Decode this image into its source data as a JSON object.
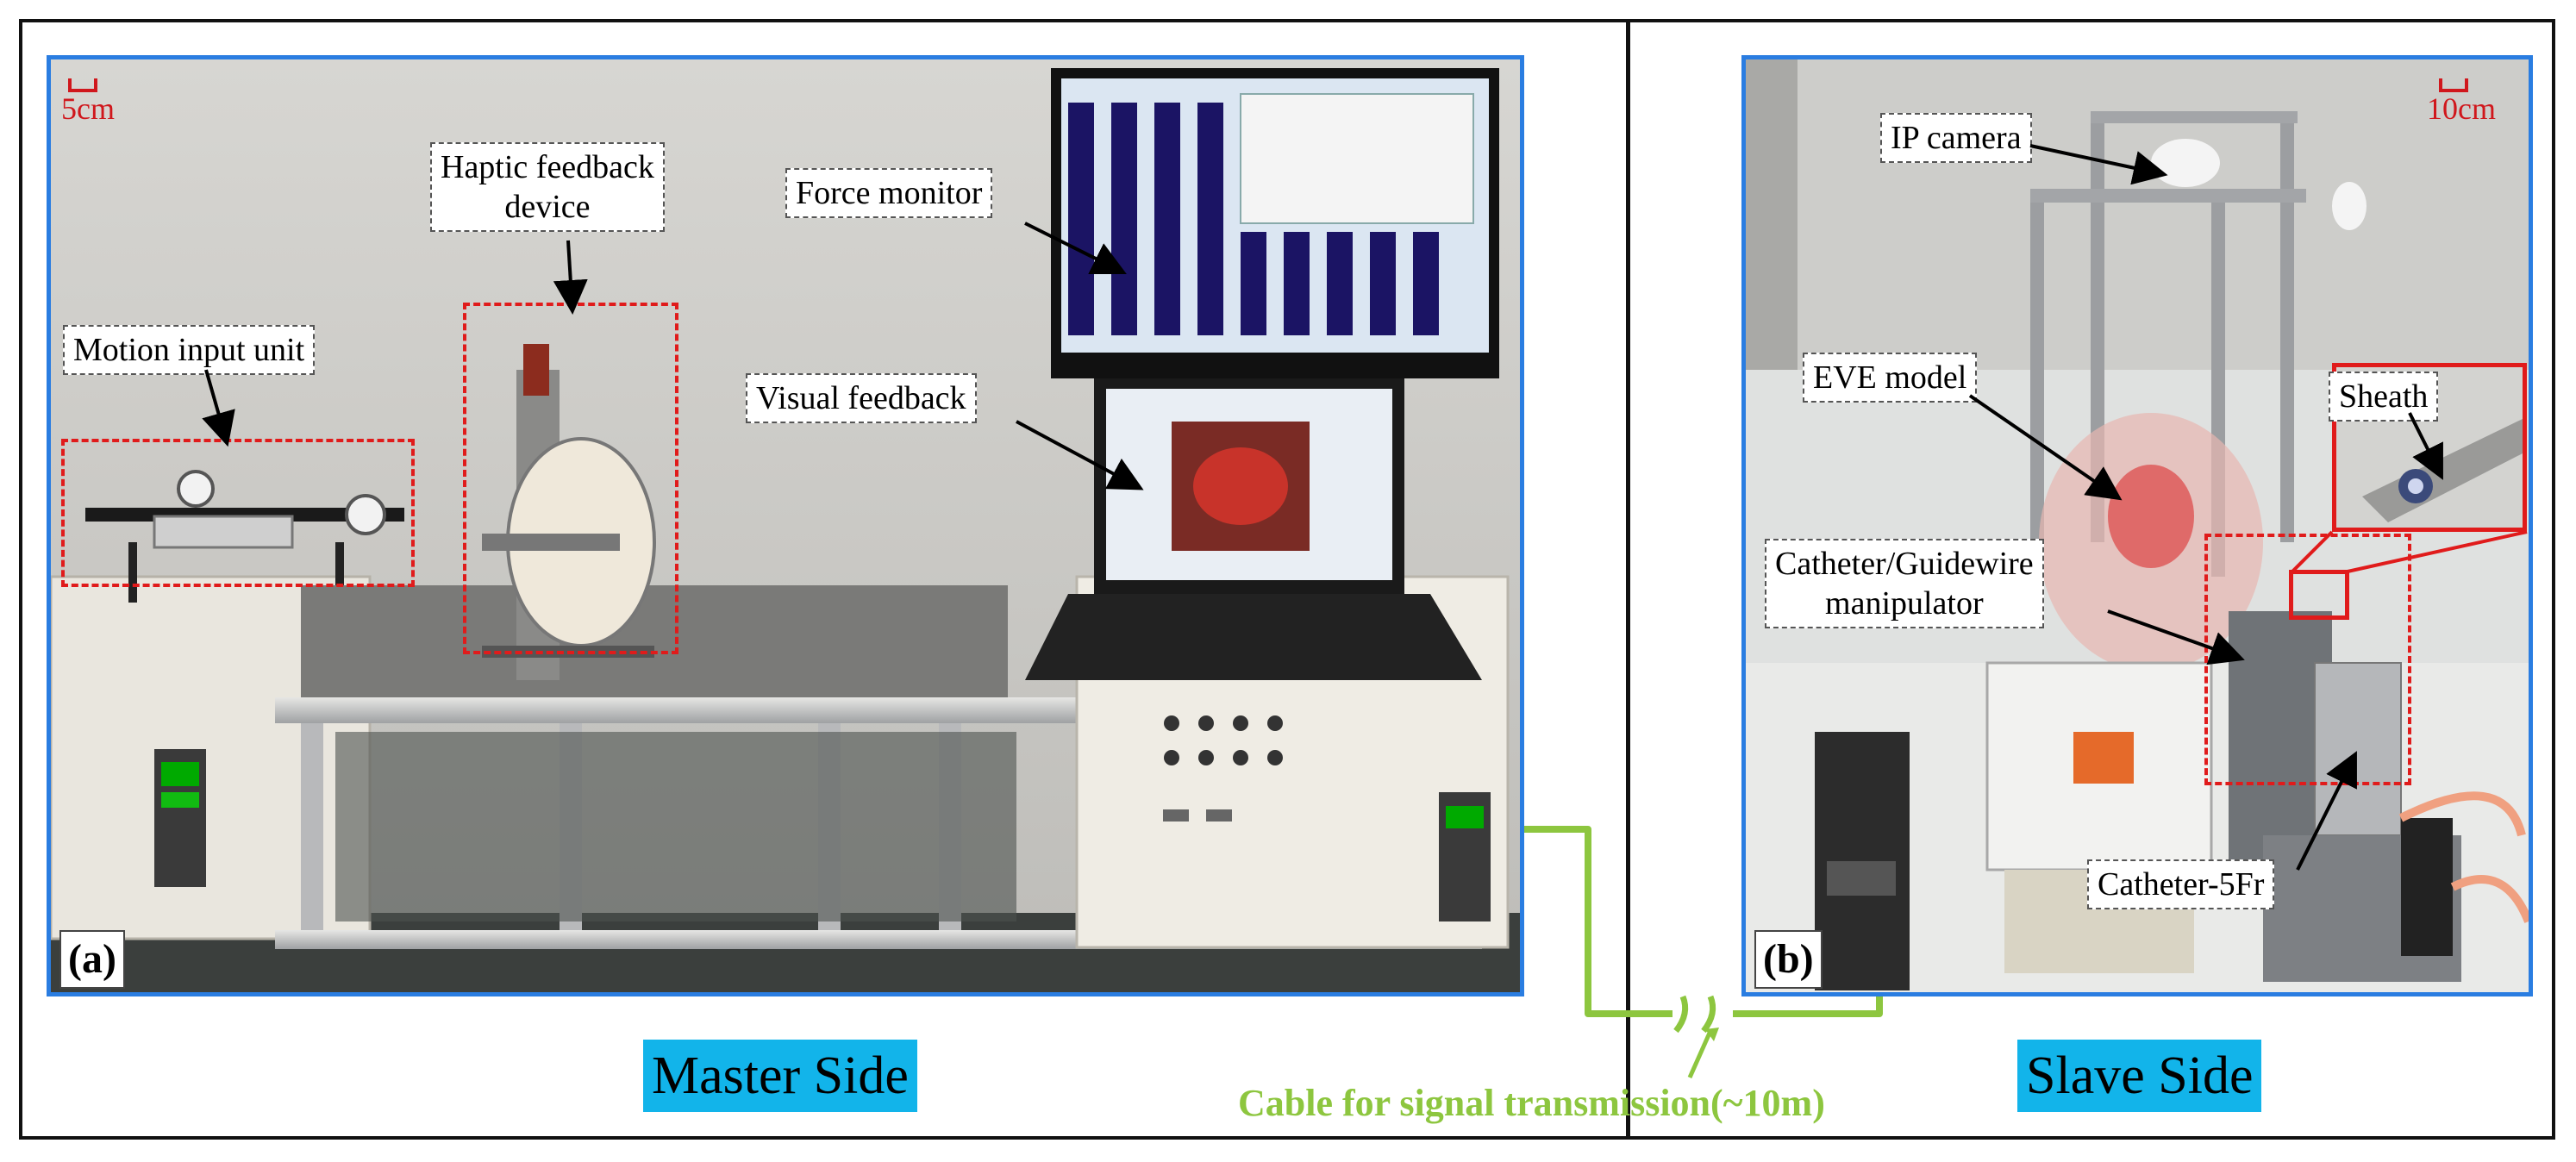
{
  "panel_a": {
    "tag": "(a)",
    "scale": "5cm",
    "labels": {
      "haptic_line1": "Haptic feedback",
      "haptic_line2": "device",
      "force_monitor": "Force monitor",
      "motion_input": "Motion input unit",
      "visual_feedback": "Visual feedback"
    },
    "side_label": "Master Side"
  },
  "panel_b": {
    "tag": "(b)",
    "scale": "10cm",
    "labels": {
      "ip_camera": "IP camera",
      "eve_model": "EVE model",
      "sheath": "Sheath",
      "manipulator_line1": "Catheter/Guidewire",
      "manipulator_line2": "manipulator",
      "catheter": "Catheter-5Fr"
    },
    "side_label": "Slave Side"
  },
  "cable_label": "Cable for signal transmission(~10m)",
  "colors": {
    "frame": "#111111",
    "photo_border": "#2a7de1",
    "annotation_red": "#e01b1b",
    "side_label_bg": "#12b4ea",
    "cable_green": "#8dc63f"
  }
}
